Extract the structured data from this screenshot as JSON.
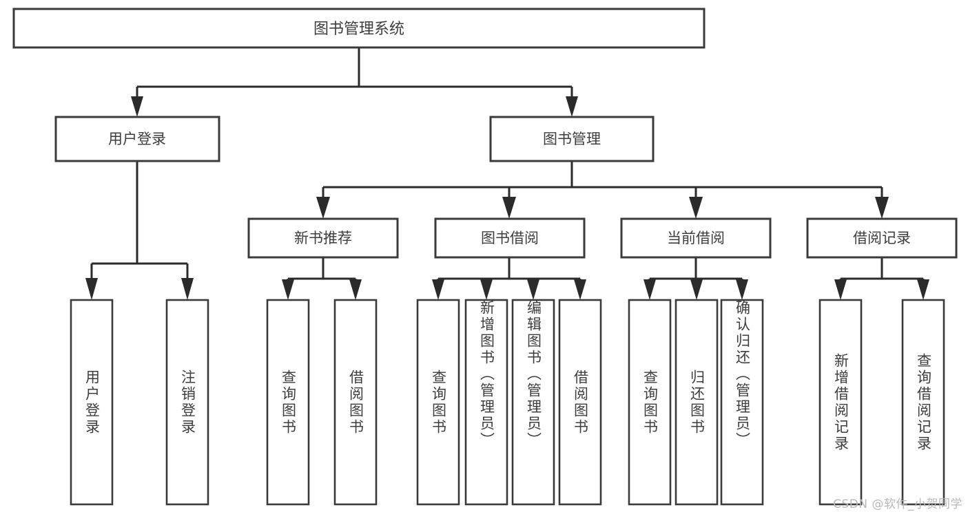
{
  "diagram": {
    "type": "tree",
    "title": "图书管理系统",
    "watermark": "CSDN @软件_小贺同学",
    "colors": {
      "box_stroke": "#3a3a3a",
      "connector": "#2b2b2b",
      "text": "#3d3d3d",
      "background": "#ffffff",
      "watermark": "#b8b8b8"
    },
    "root": {
      "label": "图书管理系统"
    },
    "level2": [
      {
        "label": "用户登录"
      },
      {
        "label": "图书管理"
      }
    ],
    "level3": [
      {
        "label": "新书推荐"
      },
      {
        "label": "图书借阅"
      },
      {
        "label": "当前借阅"
      },
      {
        "label": "借阅记录"
      }
    ],
    "leaves": {
      "user_login": [
        {
          "label": "用户登录"
        },
        {
          "label": "注销登录"
        }
      ],
      "new_book_recommend": [
        {
          "label": "查询图书"
        },
        {
          "label": "借阅图书"
        }
      ],
      "book_borrow": [
        {
          "label": "查询图书"
        },
        {
          "label": "新增图书（管理员）"
        },
        {
          "label": "编辑图书（管理员）"
        },
        {
          "label": "借阅图书"
        }
      ],
      "current_borrow": [
        {
          "label": "查询图书"
        },
        {
          "label": "归还图书"
        },
        {
          "label": "确认归还（管理员）"
        }
      ],
      "borrow_record": [
        {
          "label": "新增借阅记录"
        },
        {
          "label": "查询借阅记录"
        }
      ]
    }
  }
}
